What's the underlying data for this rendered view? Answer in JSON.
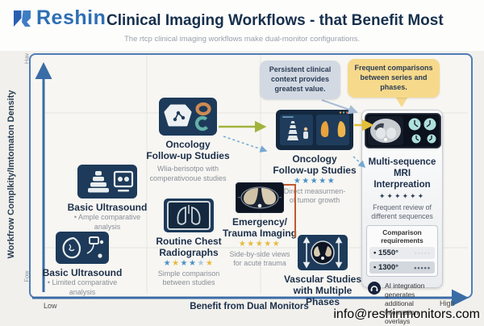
{
  "header": {
    "brand": "Reshin",
    "title": "Clinical Imaging Workflows - that Benefit Most",
    "subtitle": "The rtcp clinical imaging workflows make dual-monitor configurations."
  },
  "axes": {
    "y_label": "Workfrow Complkity/Imtomaton Density",
    "y_high": "Hav",
    "y_low": "Fow",
    "x_label": "Benefit from Dual Monitors",
    "x_low": "Low",
    "x_high": "High"
  },
  "callouts": {
    "persistent": "Persistent clinical context provides greatest value.",
    "frequent": "Frequent comparisons between series and phases."
  },
  "cards": {
    "basic_ultrasound_mid": {
      "title": "Basic Ultrasound",
      "note": "• Ample comparative analysis"
    },
    "basic_ultrasound_low": {
      "title": "Basic Ultrasound",
      "note": "• Limited comparative analysis"
    },
    "oncology_left": {
      "title_1": "Oncology",
      "title_2": "Follow-up Studies",
      "note_1": "Wlia-berisotpo with",
      "note_2": "comperativooue studies"
    },
    "routine_chest": {
      "title_1": "Routine Chest",
      "title_2": "Radiographs",
      "note_1": "Simple comparison",
      "note_2": "between studies"
    },
    "emergency": {
      "title_1": "Emergency/",
      "title_2": "Trauma Imaging",
      "note_1": "Side-by-side views",
      "note_2": "for acute trauma"
    },
    "oncology_right": {
      "title_1": "Oncology",
      "title_2": "Follow-up Studies",
      "note_1": "Direct measurmen-",
      "note_2": "of tumor growth"
    },
    "vascular": {
      "title_1": "Vascular Studies",
      "title_2": "with Multiple Phases"
    },
    "mri": {
      "title_1": "Multi-sequence",
      "title_2": "MRI Interpreation",
      "note_1": "Frequent review of",
      "note_2": "different sequences",
      "box_title": "Comparison requirements",
      "row1_label": "• 1550°",
      "row1_dots": "·····",
      "row2_label": "• 1300°",
      "row2_dots": "•••••",
      "ai_note": "AI integration generates additional information overlays"
    }
  },
  "star_rows": {
    "routine": [
      {
        "ch": "★",
        "color": "#4a90c8"
      },
      {
        "ch": "★",
        "color": "#e8b93d"
      },
      {
        "ch": "★",
        "color": "#4a90c8"
      },
      {
        "ch": "★",
        "color": "#4a90c8"
      },
      {
        "ch": "★",
        "color": "#a9c9e2"
      },
      {
        "ch": "★",
        "color": "#e8b93d"
      }
    ],
    "emergency": [
      {
        "ch": "★",
        "color": "#e8b93d"
      },
      {
        "ch": "★",
        "color": "#e8b93d"
      },
      {
        "ch": "★",
        "color": "#e8b93d"
      },
      {
        "ch": "★",
        "color": "#e8b93d"
      },
      {
        "ch": "★",
        "color": "#e8b93d"
      }
    ],
    "oncology_right": [
      {
        "ch": "★",
        "color": "#4a90c8"
      },
      {
        "ch": "★",
        "color": "#4a90c8"
      },
      {
        "ch": "★",
        "color": "#4a90c8"
      },
      {
        "ch": "★",
        "color": "#4a90c8"
      },
      {
        "ch": "★",
        "color": "#4a90c8"
      }
    ],
    "mri": [
      {
        "ch": "✦",
        "color": "#2a3c55"
      },
      {
        "ch": "✦",
        "color": "#2a3c55"
      },
      {
        "ch": "✦",
        "color": "#2a3c55"
      },
      {
        "ch": "✦",
        "color": "#2a3c55"
      },
      {
        "ch": "✦",
        "color": "#2a3c55"
      },
      {
        "ch": "✦",
        "color": "#2a3c55"
      }
    ]
  },
  "footer": {
    "email": "info@reshinmonitors.com"
  },
  "colors": {
    "brand_blue": "#2e6fb3",
    "title_navy": "#16304d",
    "card_navy": "#1d3a5a",
    "chart_border": "#4f7db8",
    "green_arrow": "#a2b33c",
    "yellow_arrow": "#e3bf3a",
    "orange_line": "#c0592f",
    "dashed_blue": "#74a9d4",
    "bubble_gray": "#d3d9e2",
    "bubble_yellow": "#f6d98b",
    "star_gold": "#e8b93d",
    "star_blue": "#4a90c8"
  },
  "chart_data": {
    "type": "scatter",
    "title": "Clinical Imaging Workflows - that Benefit Most",
    "xlabel": "Benefit from Dual Monitors",
    "ylabel": "Workfrow Complkity/Imtomaton Density",
    "x_range": [
      "Low",
      "High"
    ],
    "y_range": [
      "Fow",
      "Hav"
    ],
    "grid": true,
    "points": [
      {
        "label": "Basic Ultrasound",
        "note": "Limited comparative analysis",
        "x": 0.08,
        "y": 0.12
      },
      {
        "label": "Basic Ultrasound",
        "note": "Ample comparative analysis",
        "x": 0.14,
        "y": 0.45
      },
      {
        "label": "Routine Chest Radiographs",
        "note": "Simple comparison between studies",
        "x": 0.33,
        "y": 0.3,
        "rating": "6 stars (blue/gold mix)"
      },
      {
        "label": "Emergency/Trauma Imaging",
        "note": "Side-by-side views for acute trauma",
        "x": 0.5,
        "y": 0.4,
        "rating": "5 gold stars"
      },
      {
        "label": "Oncology Follow-up Studies",
        "note": "Wlia-berisotpo with comperativooue studies",
        "x": 0.36,
        "y": 0.72
      },
      {
        "label": "Oncology Follow-up Studies",
        "note": "Direct measurmen- of tumor growth",
        "x": 0.63,
        "y": 0.68,
        "rating": "5 blue stars"
      },
      {
        "label": "Vascular Studies with Multiple Phases",
        "x": 0.63,
        "y": 0.18
      },
      {
        "label": "Multi-sequence MRI Interpreation",
        "note": "Frequent review of different sequences; Comparison requirements 1550° / 1300°; AI integration generates additional information overlays",
        "x": 0.88,
        "y": 0.7,
        "rating": "6 stars"
      }
    ]
  }
}
